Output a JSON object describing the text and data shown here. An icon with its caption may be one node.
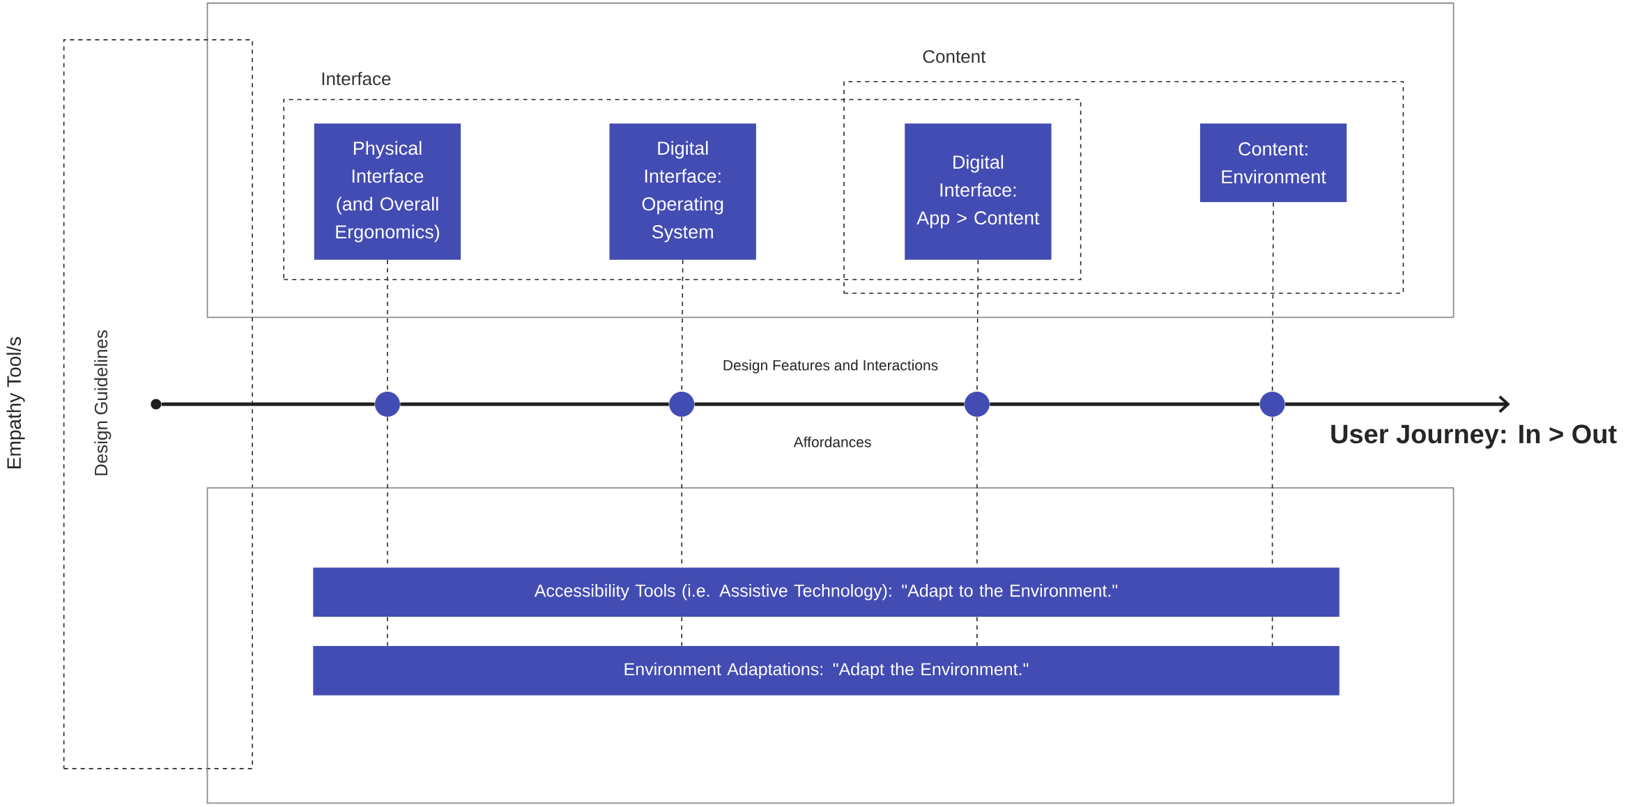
{
  "diagram": {
    "nodes": [
      {
        "text": [],
        "shape": "box"
      },
      {
        "text": [
          "Content"
        ],
        "in": 0
      },
      {
        "text": [
          "Interface"
        ],
        "in": 0
      },
      {
        "text": [
          "Physical Interface (and Overall Ergonomics)"
        ],
        "in": 2
      },
      {
        "text": [
          "Digital Interface: Operating System"
        ],
        "in": 2
      },
      {
        "text": [
          "Digital Interface: App > Content"
        ]
      },
      {
        "text": [
          "Content: Environment"
        ],
        "in": 1
      },
      {
        "text": [
          "Design Guidelines"
        ]
      },
      {
        "text": [],
        "shape": "circle",
        "in": 7
      },
      {
        "text": [],
        "shape": "circle"
      },
      {
        "text": [],
        "shape": "circle"
      },
      {
        "text": [],
        "shape": "circle"
      },
      {
        "text": [],
        "shape": "circle"
      },
      {
        "text": [],
        "shape": "box"
      },
      {
        "text": [
          "Accessibility Tools (i.e. Assistive Technology): \"Adapt to the Environment.\""
        ],
        "in": 13
      },
      {
        "text": [
          "Environment Adaptations: \"Adapt the Environment.\""
        ],
        "in": 13
      },
      {
        "text": [
          "User Journey: In > Out"
        ]
      }
    ],
    "edges": [
      {
        "from": 3,
        "to": 9,
        "arrow": "none",
        "style": "dashed"
      },
      {
        "from": 4,
        "to": 10,
        "arrow": "none",
        "style": "dashed"
      },
      {
        "from": 5,
        "to": 11,
        "arrow": "none",
        "style": "dashed"
      },
      {
        "from": 6,
        "to": 12,
        "arrow": "none",
        "style": "dashed"
      },
      {
        "from": 9,
        "to": 14,
        "arrow": "none",
        "style": "dashed"
      },
      {
        "from": 10,
        "to": 14,
        "arrow": "none",
        "style": "dashed"
      },
      {
        "from": 11,
        "to": 14,
        "arrow": "none",
        "style": "dashed"
      },
      {
        "from": 12,
        "to": 14,
        "arrow": "none",
        "style": "dashed"
      },
      {
        "from": 14,
        "to": 15,
        "arrow": "none",
        "style": "dashed"
      },
      {
        "from": 14,
        "to": 15,
        "arrow": "none",
        "style": "dashed"
      },
      {
        "from": 14,
        "to": 15,
        "arrow": "none",
        "style": "dashed"
      },
      {
        "from": 14,
        "to": 15,
        "arrow": "none",
        "style": "dashed"
      },
      {
        "from": 8,
        "to": 9,
        "arrow": "none"
      },
      {
        "from": 9,
        "to": 10,
        "arrow": "none"
      },
      {
        "from": 10,
        "to": 11,
        "arrow": "none"
      },
      {
        "from": 11,
        "to": 12,
        "arrow": "none"
      },
      {
        "from": 12,
        "to": 16,
        "arrow": "to"
      }
    ],
    "labels": [
      "Empathy Tool/s",
      "Design Features and Interactions",
      "Affordances"
    ]
  }
}
